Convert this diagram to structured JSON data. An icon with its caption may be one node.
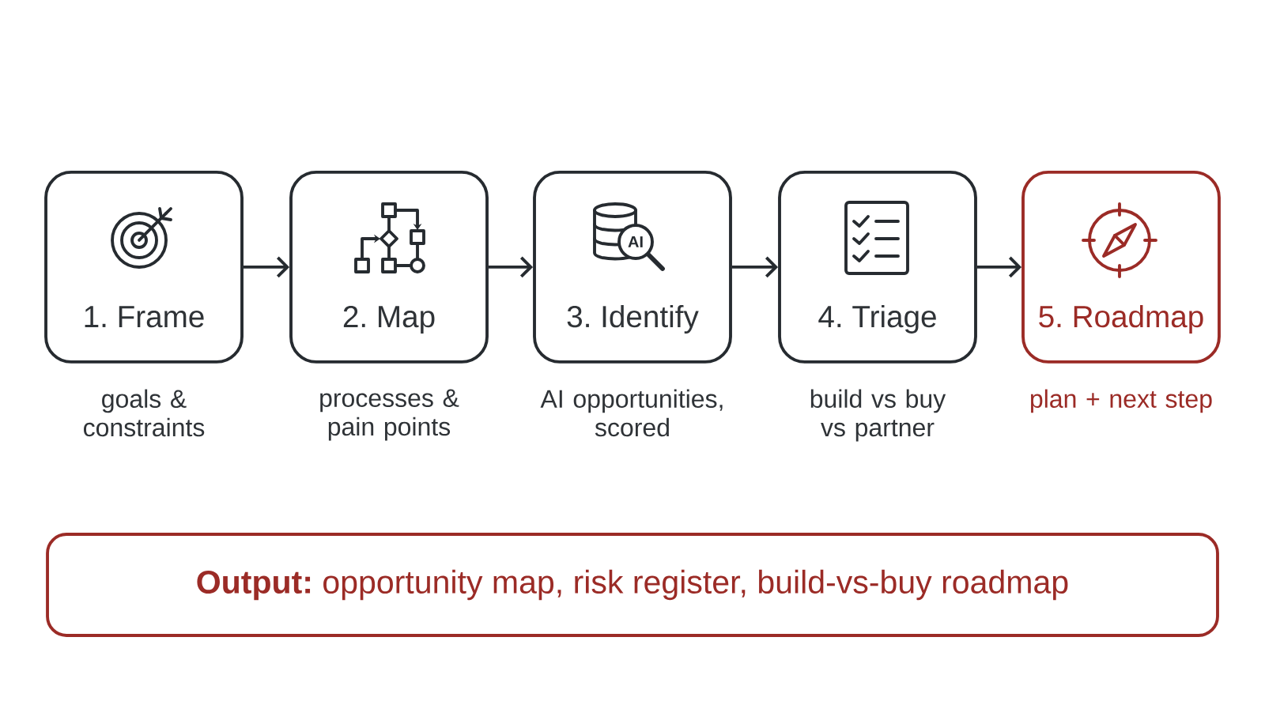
{
  "diagram": {
    "nodes": [
      {
        "text": [
          "1. Frame"
        ],
        "beside": [
          "goals & constraints"
        ]
      },
      {
        "text": [
          "2. Map"
        ],
        "beside": [
          "processes & pain points"
        ]
      },
      {
        "text": [
          "3. Identify"
        ],
        "beside": [
          "AI opportunities, scored"
        ]
      },
      {
        "text": [
          "4. Triage"
        ],
        "beside": [
          "build vs buy vs partner"
        ]
      },
      {
        "text": [
          "5. Roadmap"
        ],
        "beside": [
          "plan + next step"
        ]
      },
      {
        "text": [
          "**Output:** opportunity map, risk register, build-vs-buy roadmap"
        ]
      }
    ],
    "edges": [
      {
        "from": 0,
        "to": 1,
        "arrow": "to"
      },
      {
        "from": 1,
        "to": 2,
        "arrow": "to"
      },
      {
        "from": 2,
        "to": 3,
        "arrow": "to"
      },
      {
        "from": 3,
        "to": 4,
        "arrow": "to"
      }
    ],
    "labels": [
      "AI"
    ]
  }
}
